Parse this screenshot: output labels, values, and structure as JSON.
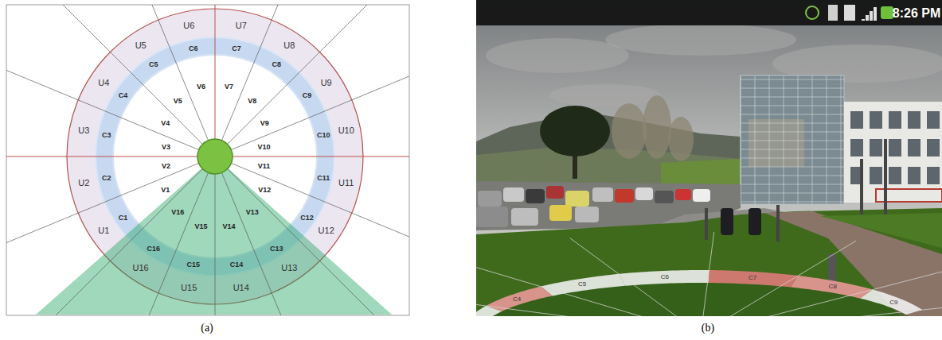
{
  "diagram": {
    "labels": [
      "U1",
      "U2",
      "U3",
      "U4",
      "U5",
      "U6",
      "U7",
      "U8",
      "U9",
      "U10",
      "U11",
      "U12",
      "U13",
      "U14",
      "U15",
      "U16",
      "C1",
      "C2",
      "C3",
      "C4",
      "C5",
      "C6",
      "C7",
      "C8",
      "C9",
      "C10",
      "C11",
      "C12",
      "C13",
      "C14",
      "C15",
      "C16",
      "V1",
      "V2",
      "V3",
      "V4",
      "V5",
      "V6",
      "V7",
      "V8",
      "V9",
      "V10",
      "V11",
      "V12",
      "V13",
      "V14",
      "V15",
      "V16",
      "C4",
      "C5",
      "C6",
      "C7",
      "C8",
      "C9",
      "8:26 PM",
      "(a)",
      "(b)"
    ]
  }
}
